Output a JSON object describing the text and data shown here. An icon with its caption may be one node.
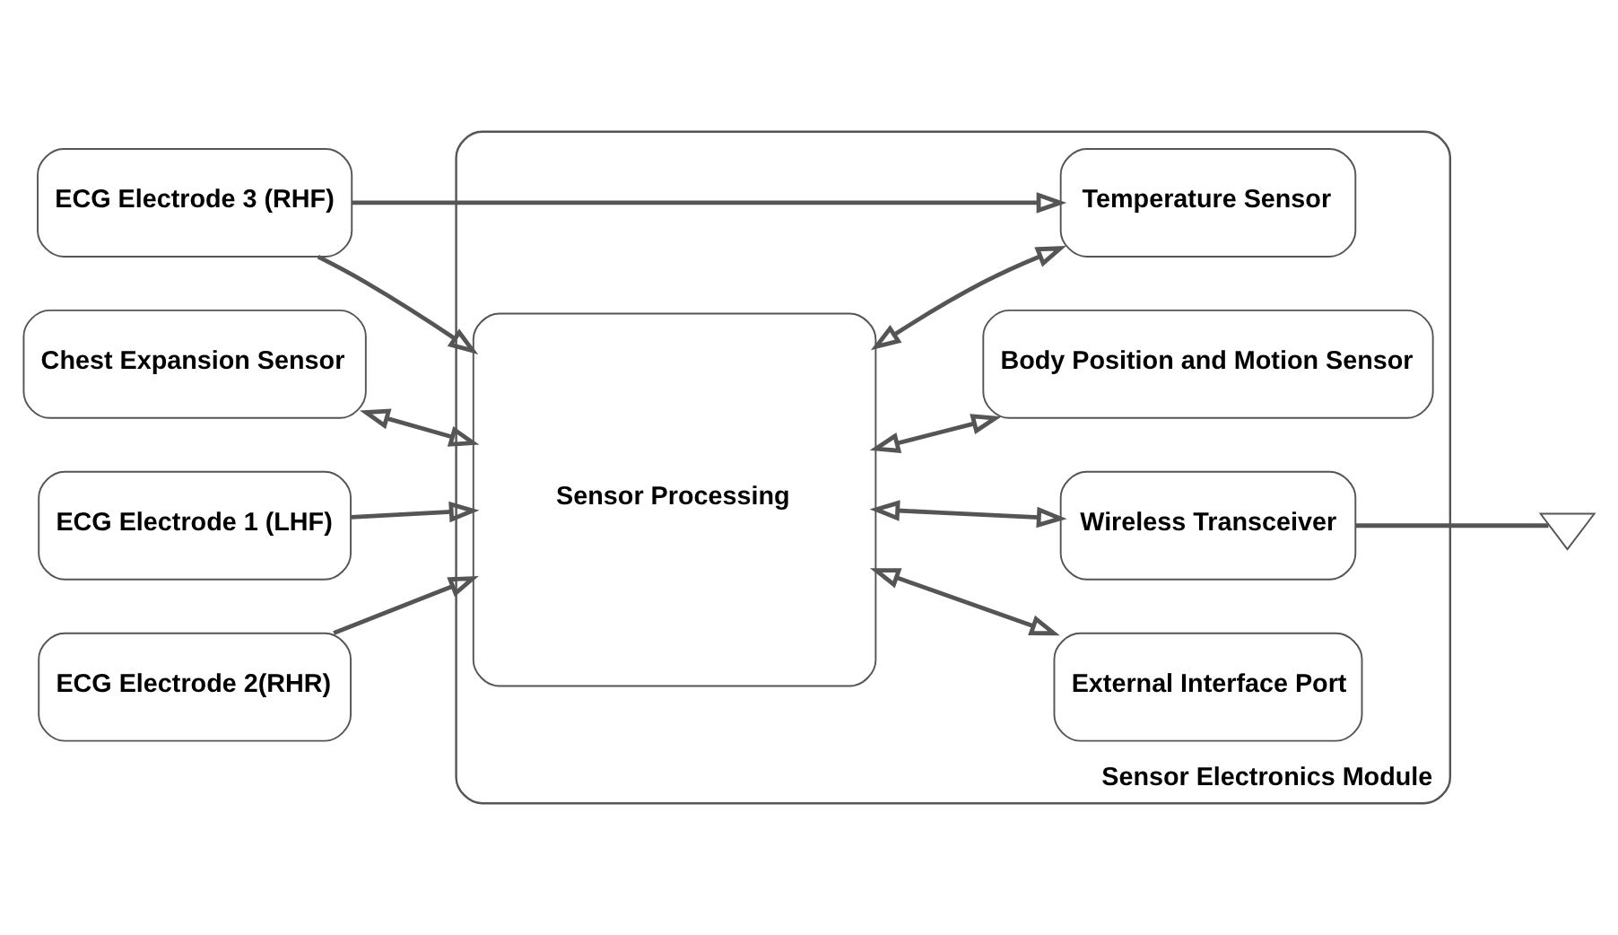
{
  "diagram": {
    "nodes": [
      {
        "text": [
          "Sensor Electronics Module"
        ]
      },
      {
        "text": [
          "Chest Expansion Sensor"
        ]
      },
      {
        "text": [
          "ECG Electrode 1 (LHF)"
        ]
      },
      {
        "text": [
          "ECG Electrode 2(RHR)"
        ]
      },
      {
        "text": [
          "ECG Electrode 3 (RHF)"
        ]
      },
      {
        "text": [
          "Sensor Processing"
        ],
        "in": 0
      },
      {
        "text": [
          "Wireless Transceiver"
        ],
        "in": 0
      },
      {
        "text": [
          "External Interface Port"
        ],
        "in": 0
      },
      {
        "text": [
          "Temperature Sensor"
        ],
        "in": 0
      },
      {
        "text": [
          "Body Position and Motion Sensor"
        ],
        "in": 0
      },
      {
        "text": [],
        "shape": "antenna"
      }
    ],
    "edges": [
      {
        "from": 1,
        "to": 5,
        "arrow": "both"
      },
      {
        "from": 2,
        "to": 5,
        "arrow": "to"
      },
      {
        "from": 3,
        "to": 5,
        "arrow": "to"
      },
      {
        "from": 4,
        "to": 5,
        "arrow": "to"
      },
      {
        "from": 4,
        "to": 8,
        "arrow": "to"
      },
      {
        "from": 5,
        "to": 6,
        "arrow": "both"
      },
      {
        "from": 5,
        "to": 7,
        "arrow": "both"
      },
      {
        "from": 5,
        "to": 8,
        "arrow": "both"
      },
      {
        "from": 5,
        "to": 9,
        "arrow": "both"
      },
      {
        "from": 6,
        "to": 10,
        "arrow": "none"
      }
    ]
  }
}
